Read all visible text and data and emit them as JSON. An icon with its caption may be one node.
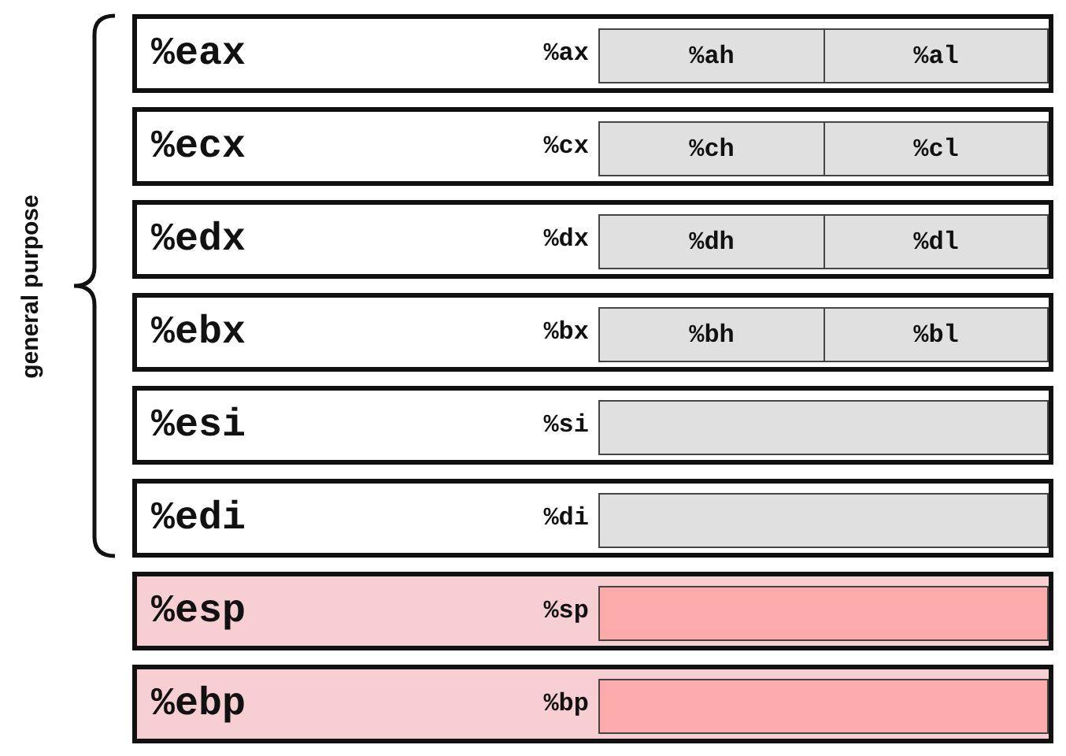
{
  "diagram": {
    "nodes": [
      {
        "text": [
          "%eax",
          "%ax"
        ]
      },
      {
        "text": [
          "%ah"
        ],
        "in": 0
      },
      {
        "text": [
          "%al"
        ],
        "in": 0
      },
      {
        "text": [
          "%ecx",
          "%cx"
        ]
      },
      {
        "text": [
          "%ch"
        ],
        "in": 3
      },
      {
        "text": [
          "%cl"
        ],
        "in": 3
      },
      {
        "text": [
          "%edx",
          "%dx"
        ]
      },
      {
        "text": [
          "%dh"
        ],
        "in": 6
      },
      {
        "text": [
          "%dl"
        ],
        "in": 6
      },
      {
        "text": [
          "%ebx",
          "%bx"
        ]
      },
      {
        "text": [
          "%bh"
        ],
        "in": 9
      },
      {
        "text": [
          "%bl"
        ],
        "in": 9
      },
      {
        "text": [
          "%esi",
          "%si"
        ]
      },
      {
        "text": [],
        "shape": "box",
        "in": 12
      },
      {
        "text": [
          "%edi",
          "%di"
        ]
      },
      {
        "text": [],
        "shape": "box",
        "in": 14
      },
      {
        "text": [
          "%esp",
          "%sp"
        ]
      },
      {
        "text": [],
        "shape": "box",
        "in": 16
      },
      {
        "text": [
          "%ebp",
          "%bp"
        ]
      },
      {
        "text": [],
        "shape": "box",
        "in": 18
      }
    ],
    "labels": [
      "general purpose"
    ]
  }
}
